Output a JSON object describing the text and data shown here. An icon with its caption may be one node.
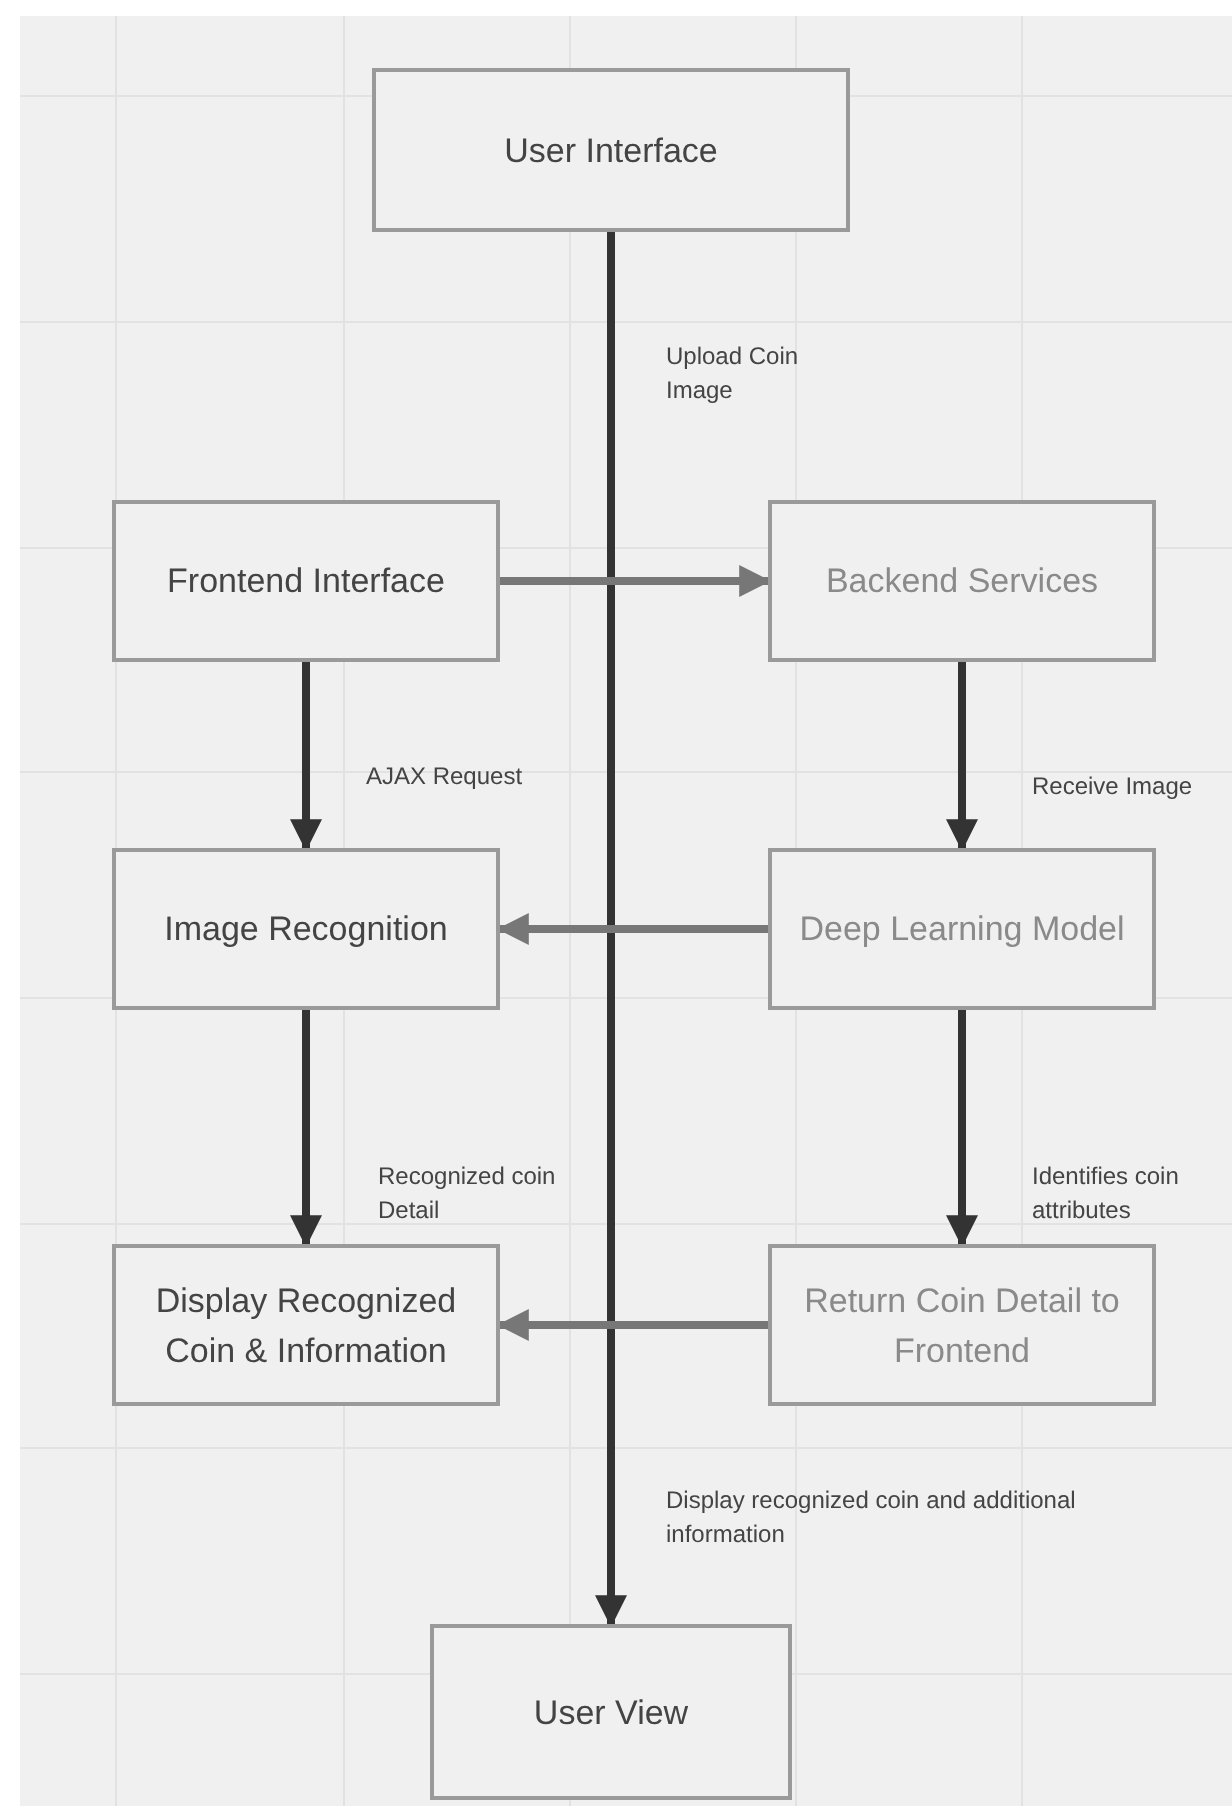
{
  "diagram": {
    "nodes": [
      {
        "text": [
          "User Interface"
        ]
      },
      {
        "text": [
          "Frontend Interface"
        ]
      },
      {
        "text": [
          "Backend Services"
        ]
      },
      {
        "text": [
          "Image Recognition"
        ]
      },
      {
        "text": [
          "Deep Learning Model"
        ]
      },
      {
        "text": [
          "Display Recognized Coin & Information"
        ]
      },
      {
        "text": [
          "Return Coin Detail to Frontend"
        ]
      },
      {
        "text": [
          "User View"
        ]
      }
    ],
    "edges": [
      {
        "from": 0,
        "to": 7,
        "arrow": "to",
        "label": "Upload Coin Image"
      },
      {
        "from": 1,
        "to": 2,
        "arrow": "to",
        "color": "#777777"
      },
      {
        "from": 1,
        "to": 3,
        "arrow": "to",
        "label": "AJAX Request"
      },
      {
        "from": 2,
        "to": 4,
        "arrow": "to",
        "label": "Receive Image"
      },
      {
        "from": 4,
        "to": 3,
        "arrow": "to",
        "color": "#777777"
      },
      {
        "from": 3,
        "to": 5,
        "arrow": "to",
        "label": "Recognized coin Detail"
      },
      {
        "from": 4,
        "to": 6,
        "arrow": "to",
        "label": "Identifies coin attributes"
      },
      {
        "from": 6,
        "to": 5,
        "arrow": "to",
        "color": "#777777"
      }
    ],
    "labels": [
      "Display recognized coin and additional information"
    ]
  }
}
